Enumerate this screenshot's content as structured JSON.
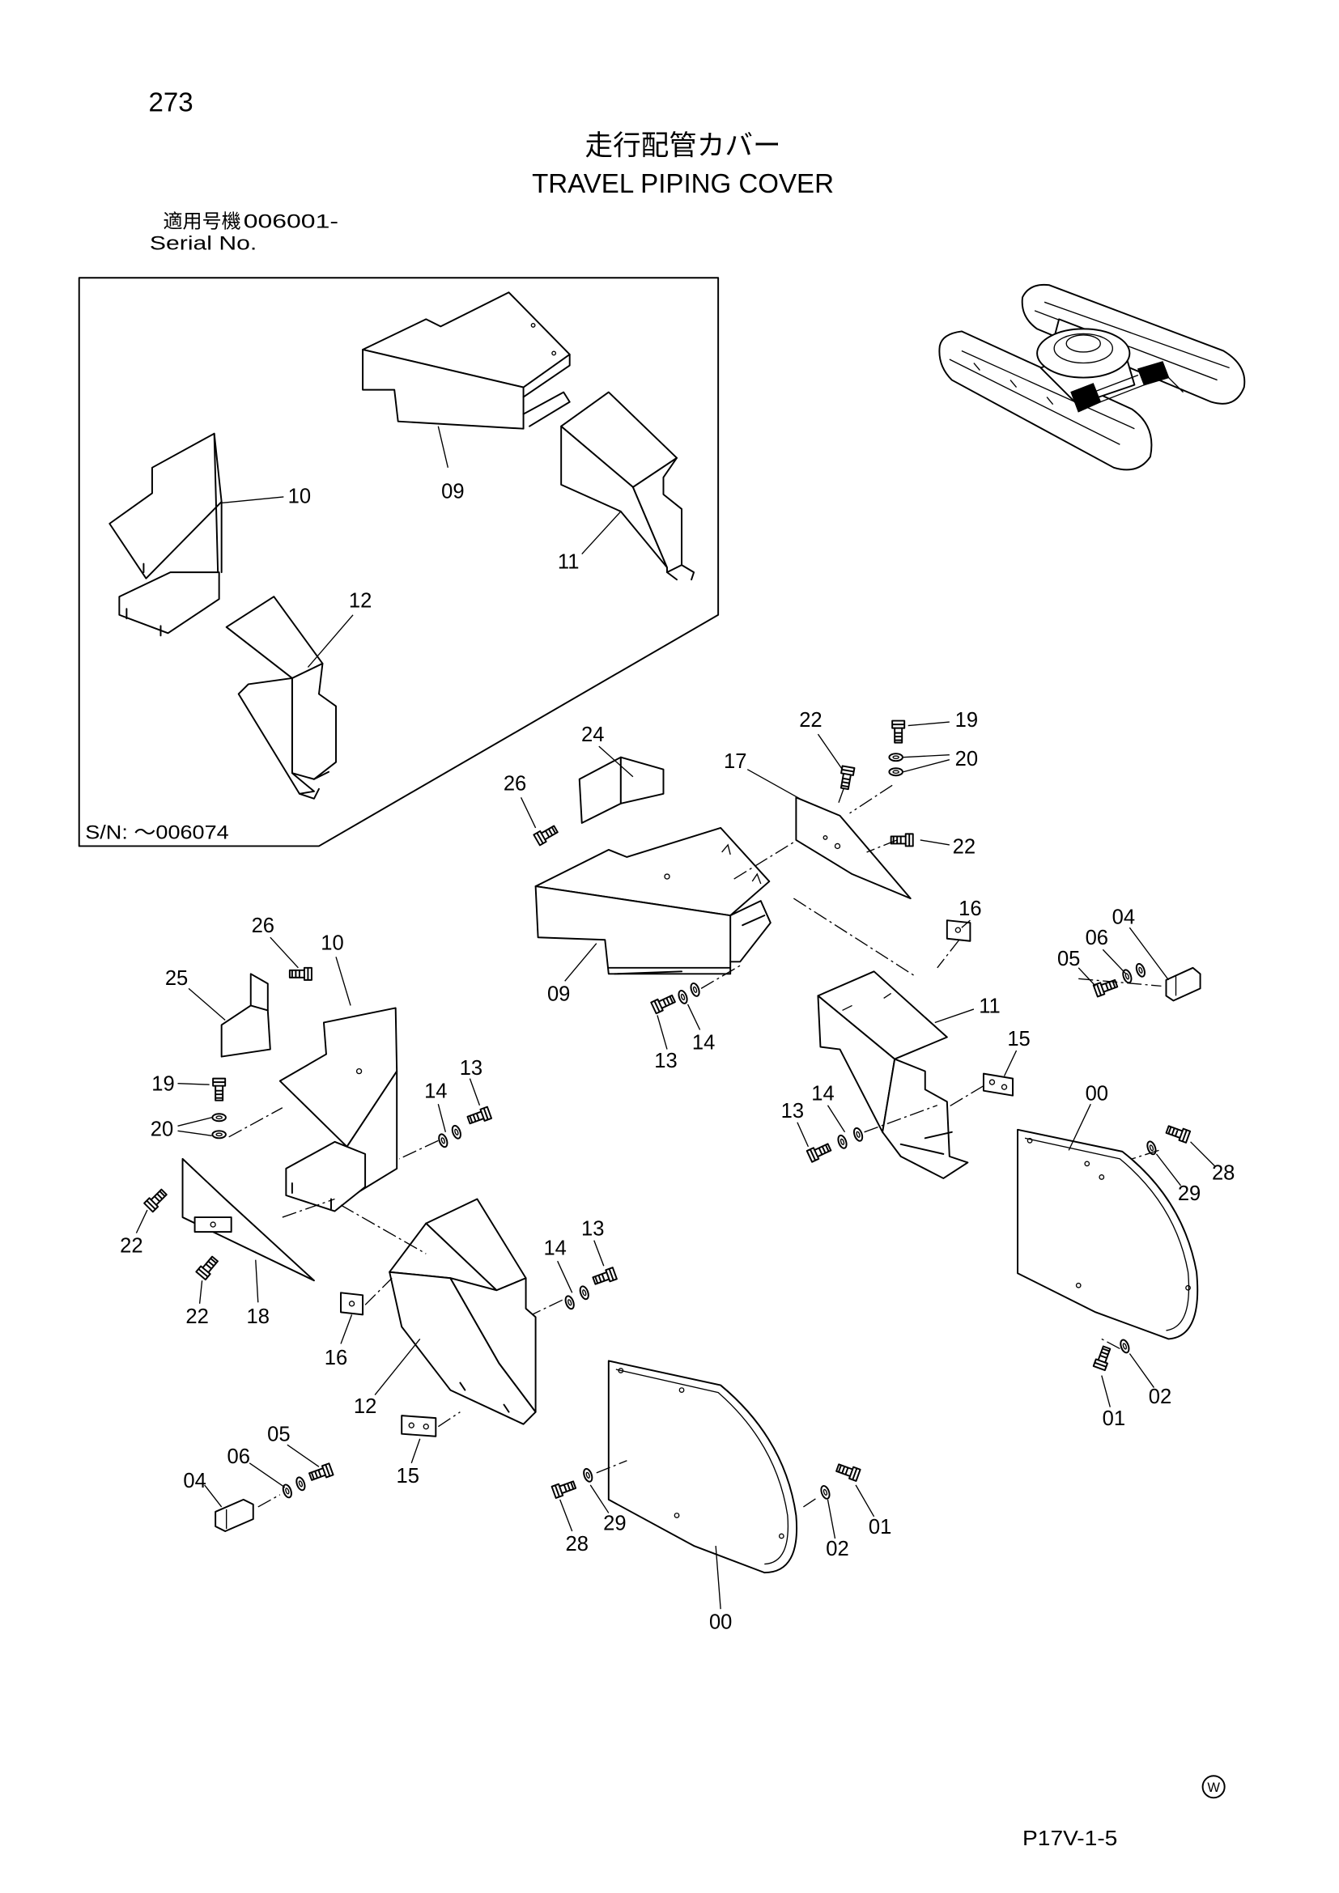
{
  "page_number": "273",
  "title": {
    "ja": "走行配管カバー",
    "en": "TRAVEL PIPING COVER"
  },
  "serial": {
    "label_ja": "適用号機",
    "value": "006001-",
    "label_en": "Serial No."
  },
  "inset": {
    "serial_range": "S/N: ～006074",
    "callouts": [
      "10",
      "09",
      "11",
      "12"
    ]
  },
  "callouts": [
    "22",
    "19",
    "17",
    "20",
    "24",
    "26",
    "22",
    "16",
    "04",
    "06",
    "05",
    "26",
    "10",
    "25",
    "09",
    "11",
    "14",
    "13",
    "15",
    "13",
    "14",
    "19",
    "00",
    "20",
    "14",
    "13",
    "28",
    "29",
    "22",
    "13",
    "14",
    "22",
    "18",
    "16",
    "12",
    "01",
    "02",
    "05",
    "06",
    "04",
    "15",
    "29",
    "01",
    "28",
    "02",
    "00"
  ],
  "logo_mark": "W",
  "page_code": "P17V-1-5",
  "colors": {
    "ink": "#000000",
    "paper": "#ffffff"
  }
}
